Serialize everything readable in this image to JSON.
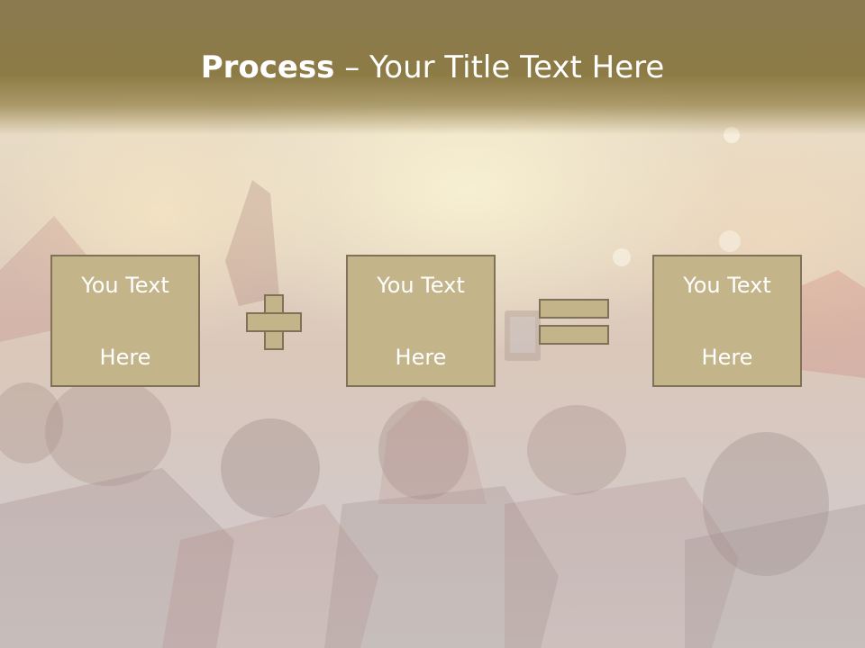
{
  "slide": {
    "title_bold": "Process",
    "title_rest": " – Your Title Text Here"
  },
  "process": {
    "boxes": [
      {
        "line1": "You Text",
        "line2": "Here"
      },
      {
        "line1": "You Text",
        "line2": "Here"
      },
      {
        "line1": "You Text",
        "line2": "Here"
      }
    ],
    "operators": [
      "plus-icon",
      "equals-icon"
    ]
  },
  "colors": {
    "title_band": "#8c7b45",
    "box_fill": "#c4b48a",
    "box_border": "#7f7259",
    "text": "#ffffff"
  },
  "background": "concert-crowd-photo"
}
